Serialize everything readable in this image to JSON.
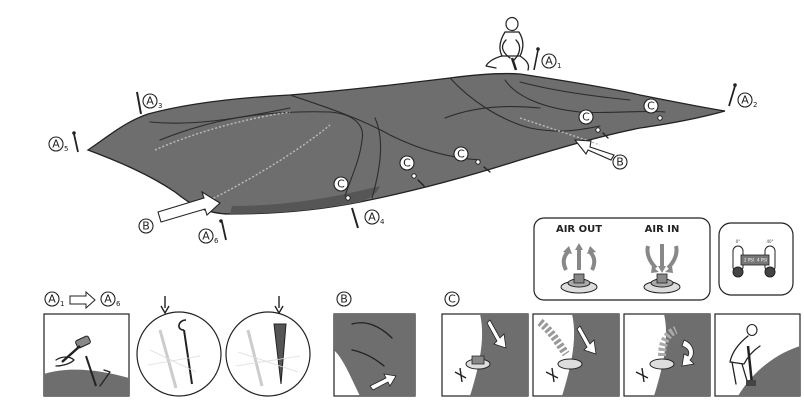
{
  "labels": {
    "a": "A",
    "b": "B",
    "c": "C",
    "sub1": "1",
    "sub2": "2",
    "sub3": "3",
    "sub4": "4",
    "sub5": "5",
    "sub6": "6"
  },
  "valve_panel": {
    "air_out": "AIR OUT",
    "air_in": "AIR IN"
  },
  "gauge": {
    "deg_left": "0°",
    "deg_right": "40°",
    "psi_left": "2 PSI",
    "psi_right": "4 PSI"
  },
  "colors": {
    "cover": "#6e6e6e",
    "ink": "#222222",
    "background": "#ffffff"
  },
  "icons": [
    "stake-icon",
    "mallet-icon",
    "arrow-right-icon",
    "arrow-down-icon",
    "air-pump-icon",
    "valve-icon",
    "gauge-icon"
  ]
}
